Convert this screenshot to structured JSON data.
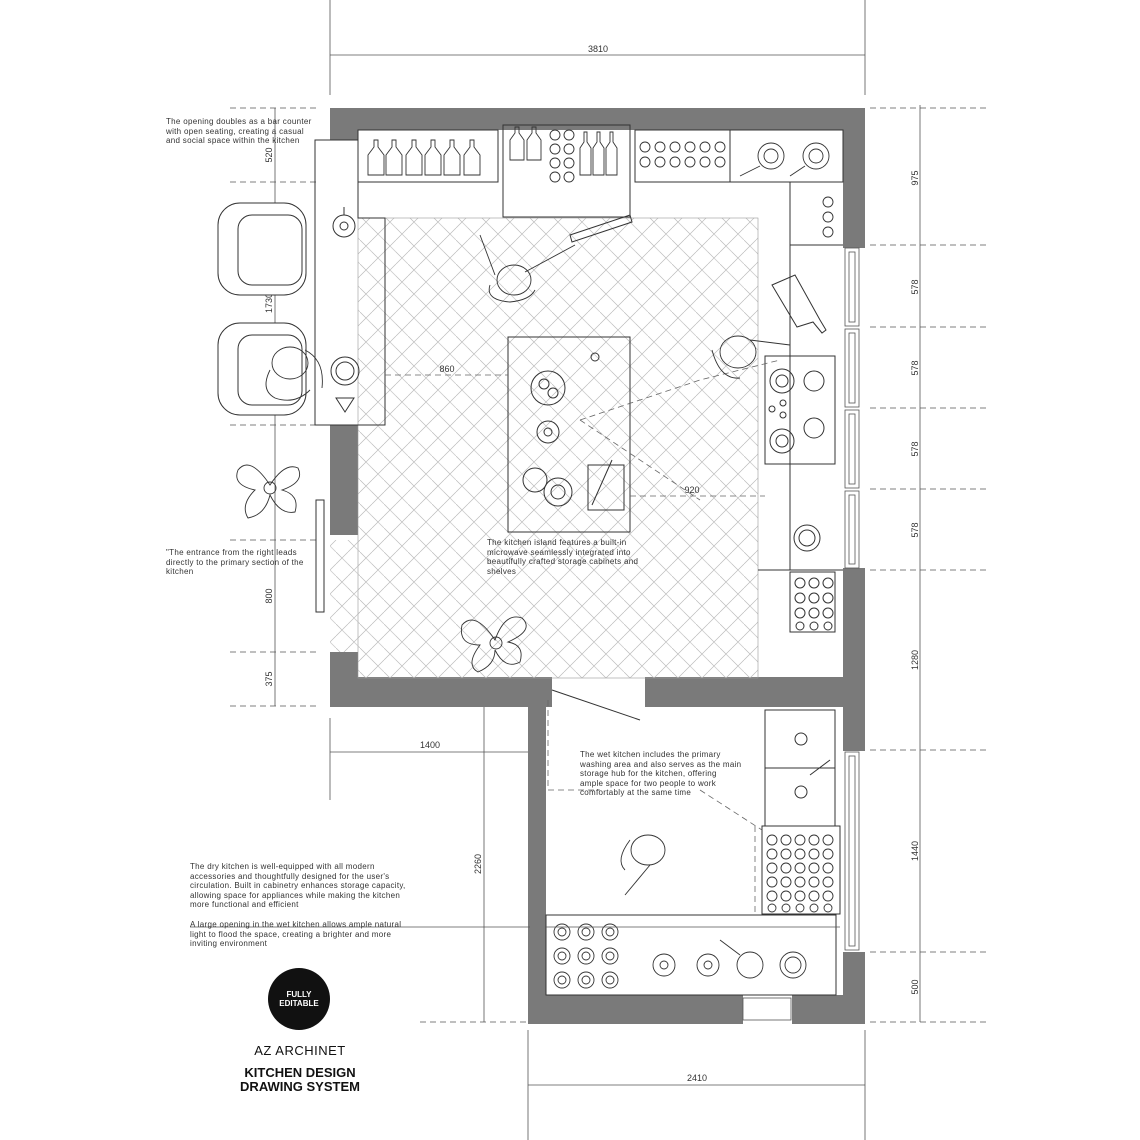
{
  "dimensions": {
    "top_width": "3810",
    "right": [
      "975",
      "578",
      "578",
      "578",
      "578",
      "1280",
      "1440",
      "500"
    ],
    "left": [
      "520",
      "1730",
      "800",
      "375"
    ],
    "lower_left_width": "1400",
    "lower_left_height": "2260",
    "bottom_width": "2410",
    "island_gap_left": "860",
    "island_gap_right": "920"
  },
  "notes": {
    "bar_counter": "The opening doubles as a bar counter with open seating, creating a casual and social space within the kitchen",
    "entrance": "\"The entrance from the right leads directly to the primary section of the kitchen",
    "island": "The kitchen island features a built-in microwave seamlessly integrated into beautifully crafted storage cabinets and shelves",
    "wet_kitchen": "The wet kitchen includes the primary washing area and also serves as the main storage hub for the kitchen, offering ample space for two people to work comfortably at the same time",
    "dry_kitchen": "The dry kitchen is well-equipped with all modern accessories and thoughtfully designed for the user's circulation. Built in cabinetry enhances storage capacity, allowing space for appliances while making the kitchen more functional and efficient",
    "opening": "A large opening in the wet kitchen allows ample natural light to flood the space, creating a brighter and more inviting environment"
  },
  "badge": {
    "line1": "FULLY",
    "line2": "EDITABLE"
  },
  "brand": "AZ ARCHINET",
  "title": {
    "line1": "KITCHEN DESIGN",
    "line2": "DRAWING SYSTEM"
  },
  "colors": {
    "wall": "#7a7a7a",
    "line": "#333333",
    "badge": "#111111"
  }
}
